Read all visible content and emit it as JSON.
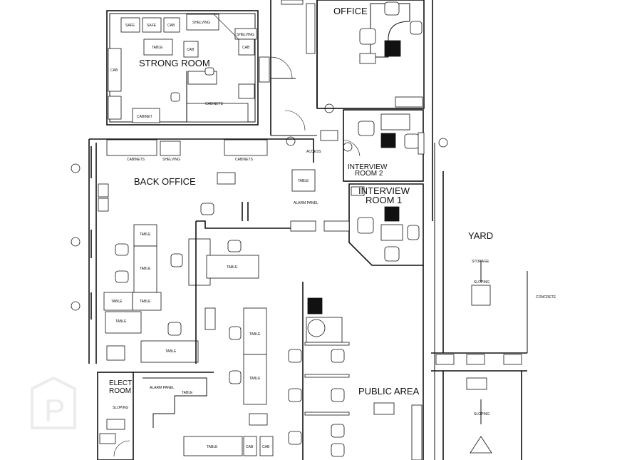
{
  "rooms": {
    "office": "OFFICE",
    "strong_room": "STRONG ROOM",
    "back_office": "BACK OFFICE",
    "interview_room_2_line1": "INTERVIEW",
    "interview_room_2_line2": "ROOM 2",
    "interview_room_1_line1": "INTERVIEW",
    "interview_room_1_line2": "ROOM 1",
    "yard": "YARD",
    "public_area": "PUBLIC AREA",
    "elect_room_line1": "ELECT",
    "elect_room_line2": "ROOM"
  },
  "labels": {
    "safe": "SAFE",
    "cab": "CAB",
    "table": "TABLE",
    "cabinets": "CABINETS",
    "cabinet": "CABINET",
    "shelving": "SHELVING",
    "concrete": "CONCRETE",
    "sloping": "SLOPING",
    "alarm_panel": "ALARM PANEL",
    "access": "ACCESS",
    "storage": "STORAGE"
  },
  "watermark": "P"
}
